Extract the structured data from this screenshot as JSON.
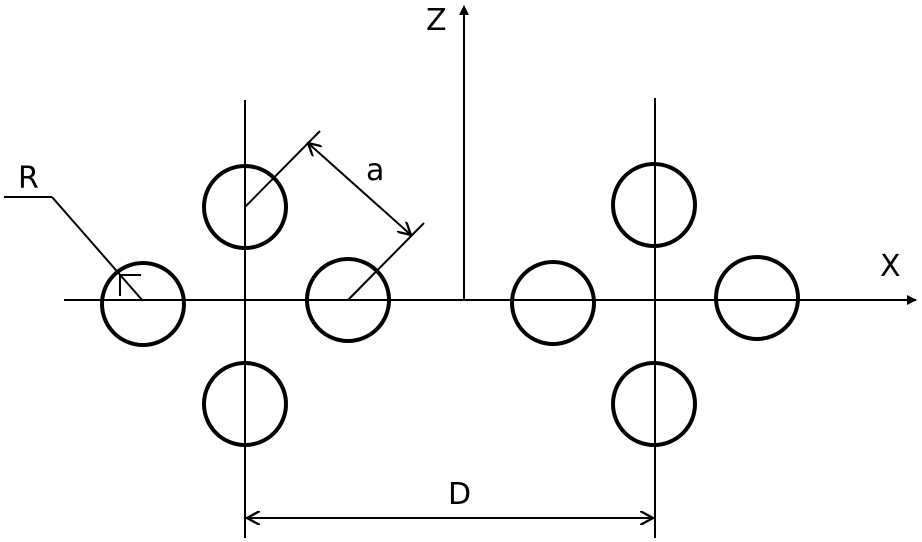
{
  "labels": {
    "z_axis": "Z",
    "x_axis": "X",
    "radius": "R",
    "spacing": "a",
    "separation": "D"
  },
  "colors": {
    "stroke": "#000000",
    "background": "#ffffff"
  }
}
